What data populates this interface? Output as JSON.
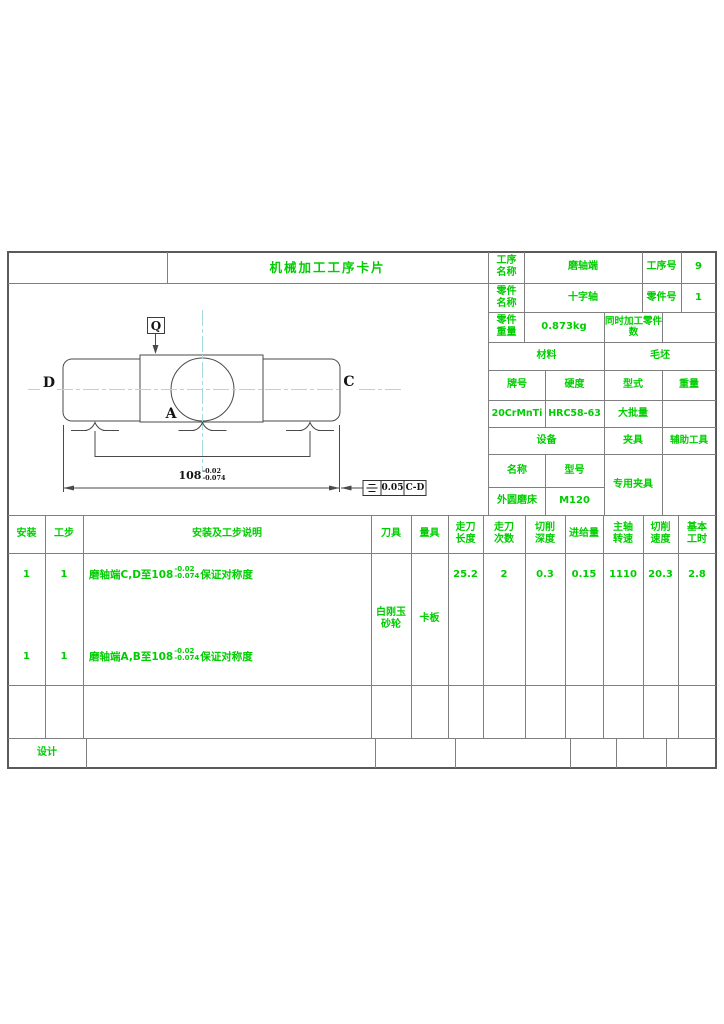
{
  "colors": {
    "text_green": "#00cd00",
    "grid_gray": "#7f7f7f",
    "outer_frame": "#5a5a5a",
    "drawing_stroke": "#4a4a4a",
    "centerline_cyan": "#a5dade",
    "label_black": "#141414"
  },
  "title": "机械加工工序卡片",
  "info": {
    "process_name_label": "工序名称",
    "process_name": "磨轴端",
    "process_no_label": "工序号",
    "process_no": "9",
    "part_name_label": "零件名称",
    "part_name": "十字轴",
    "part_no_label": "零件号",
    "part_no": "1",
    "part_weight_label": "零件重量",
    "part_weight": "0.873kg",
    "sim_parts_label": "同时加工零件数",
    "sim_parts": "",
    "material_label": "材料",
    "blank_label": "毛坯",
    "grade_label": "牌号",
    "hardness_label": "硬度",
    "form_label": "型式",
    "weight_label": "重量",
    "grade": "20CrMnTi",
    "hardness": "HRC58-63",
    "form": "大批量",
    "blank_weight": "",
    "equipment_label": "设备",
    "fixture_label": "夹具",
    "aux_label": "辅助工具",
    "name_label": "名称",
    "model_label": "型号",
    "fixture": "专用夹具",
    "aux": "",
    "equipment_name": "外圆磨床",
    "equipment_model": "M120"
  },
  "drawing": {
    "label_q": "Q",
    "label_d": "D",
    "label_c": "C",
    "label_a": "A",
    "dim_value": "108",
    "dim_upper": "-0.02",
    "dim_lower": "-0.074",
    "frame_symbol": "symmetry",
    "frame_value": "0.05",
    "frame_datum": "C-D"
  },
  "steps": {
    "headers": {
      "setup": "安装",
      "step": "工步",
      "desc": "安装及工步说明",
      "tool": "刀具",
      "gauge": "量具",
      "feed_len": "走刀长度",
      "passes": "走刀次数",
      "depth": "切削深度",
      "feed": "进给量",
      "spindle": "主轴转速",
      "speed": "切削速度",
      "time": "基本工时"
    },
    "tool": "白刚玉砂轮",
    "gauge": "卡板",
    "rows": [
      {
        "setup": "1",
        "step": "1",
        "desc_prefix": "磨轴端C,D至108",
        "tol_upper": "-0.02",
        "tol_lower": "-0.074",
        "desc_suffix": "保证对称度",
        "feed_len": "25.2",
        "passes": "2",
        "depth": "0.3",
        "feed": "0.15",
        "spindle": "1110",
        "speed": "20.3",
        "time": "2.8"
      },
      {
        "setup": "1",
        "step": "1",
        "desc_prefix": "磨轴端A,B至108",
        "tol_upper": "-0.02",
        "tol_lower": "-0.074",
        "desc_suffix": "保证对称度",
        "feed_len": "",
        "passes": "",
        "depth": "",
        "feed": "",
        "spindle": "",
        "speed": "",
        "time": ""
      }
    ]
  },
  "footer": {
    "design_label": "设计"
  }
}
